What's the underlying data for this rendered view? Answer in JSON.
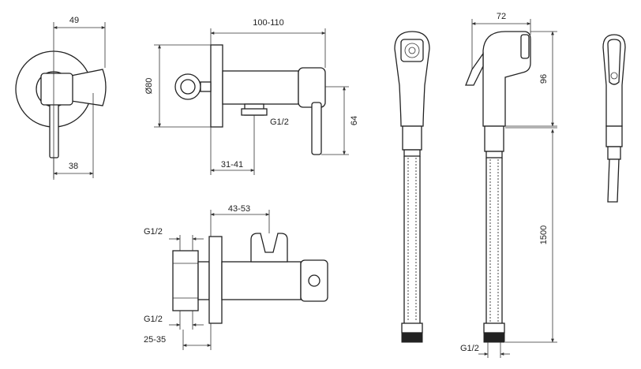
{
  "dimensions": {
    "top_left_width": "49",
    "top_left_bottom": "38",
    "side_length": "100-110",
    "side_diameter": "Ø80",
    "side_thread": "G1/2",
    "side_height": "64",
    "side_offset": "31-41",
    "bottom_length": "43-53",
    "bottom_thread_top": "G1/2",
    "bottom_thread_bottom": "G1/2",
    "bottom_depth": "25-35",
    "spray_width": "72",
    "spray_height": "96",
    "hose_length": "1500",
    "hose_thread": "G1/2"
  }
}
